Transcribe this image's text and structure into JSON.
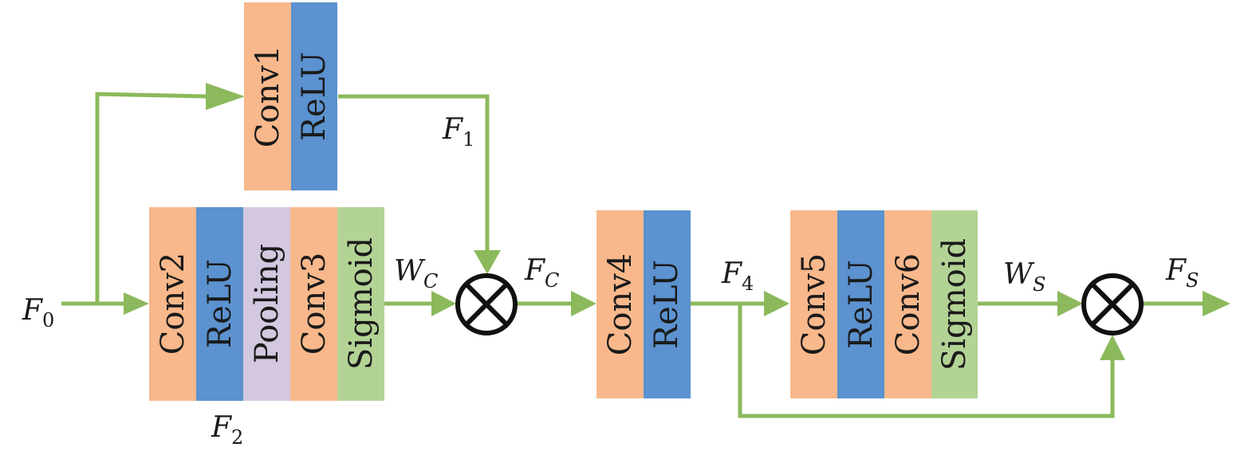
{
  "colors": {
    "conv": "#f8b88b",
    "relu": "#5b92cf",
    "pooling": "#d4c8e0",
    "sigmoid": "#b3d395",
    "connector": "#8cb95c",
    "operator": "#111111"
  },
  "blocks": {
    "block1": {
      "layers": [
        {
          "label": "Conv1",
          "kind": "conv"
        },
        {
          "label": "ReLU",
          "kind": "relu"
        }
      ]
    },
    "block2": {
      "layers": [
        {
          "label": "Conv2",
          "kind": "conv"
        },
        {
          "label": "ReLU",
          "kind": "relu"
        },
        {
          "label": "Pooling",
          "kind": "pooling"
        },
        {
          "label": "Conv3",
          "kind": "conv"
        },
        {
          "label": "Sigmoid",
          "kind": "sigmoid"
        }
      ]
    },
    "block3": {
      "layers": [
        {
          "label": "Conv4",
          "kind": "conv"
        },
        {
          "label": "ReLU",
          "kind": "relu"
        }
      ]
    },
    "block4": {
      "layers": [
        {
          "label": "Conv5",
          "kind": "conv"
        },
        {
          "label": "ReLU",
          "kind": "relu"
        },
        {
          "label": "Conv6",
          "kind": "conv"
        },
        {
          "label": "Sigmoid",
          "kind": "sigmoid"
        }
      ]
    }
  },
  "variables": {
    "f0": {
      "main": "F",
      "sub": "0"
    },
    "f1": {
      "main": "F",
      "sub": "1"
    },
    "f2": {
      "main": "F",
      "sub": "2"
    },
    "wc": {
      "main": "W",
      "sub": "C"
    },
    "fc": {
      "main": "F",
      "sub": "C"
    },
    "f4": {
      "main": "F",
      "sub": "4"
    },
    "ws": {
      "main": "W",
      "sub": "S"
    },
    "fs": {
      "main": "F",
      "sub": "S"
    }
  },
  "operators": {
    "mult1": {
      "symbol": "element-wise multiply"
    },
    "mult2": {
      "symbol": "element-wise multiply"
    }
  }
}
